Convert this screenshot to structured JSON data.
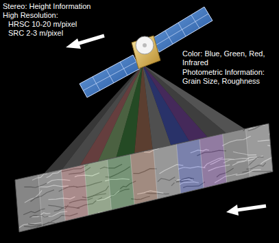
{
  "diagram": {
    "labels": [
      "Stereo: Height Information",
      "High Resolution:",
      "HRSC 10-20 m/pixel",
      "SRC 2-3 m/pixel",
      "Color: Blue, Green, Red, Infrared",
      "Photometric Information: Grain Size, Roughness"
    ]
  }
}
